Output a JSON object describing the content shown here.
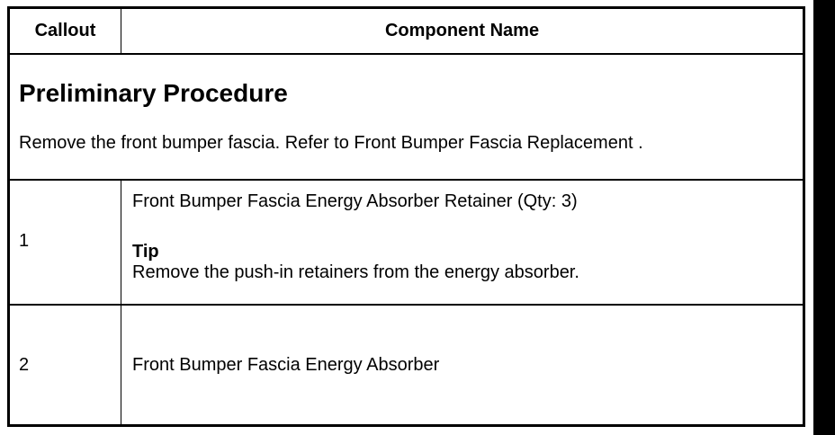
{
  "table": {
    "headers": {
      "callout": "Callout",
      "component_name": "Component Name"
    },
    "preliminary": {
      "title": "Preliminary Procedure",
      "text": "Remove the front bumper fascia. Refer to Front Bumper Fascia Replacement ."
    },
    "steps": [
      {
        "callout": "1",
        "component": "Front Bumper Fascia Energy Absorber Retainer (Qty: 3)",
        "tip_label": "Tip",
        "tip_text": "Remove the push-in retainers from the energy absorber."
      },
      {
        "callout": "2",
        "component": "Front Bumper Fascia Energy Absorber"
      }
    ]
  }
}
